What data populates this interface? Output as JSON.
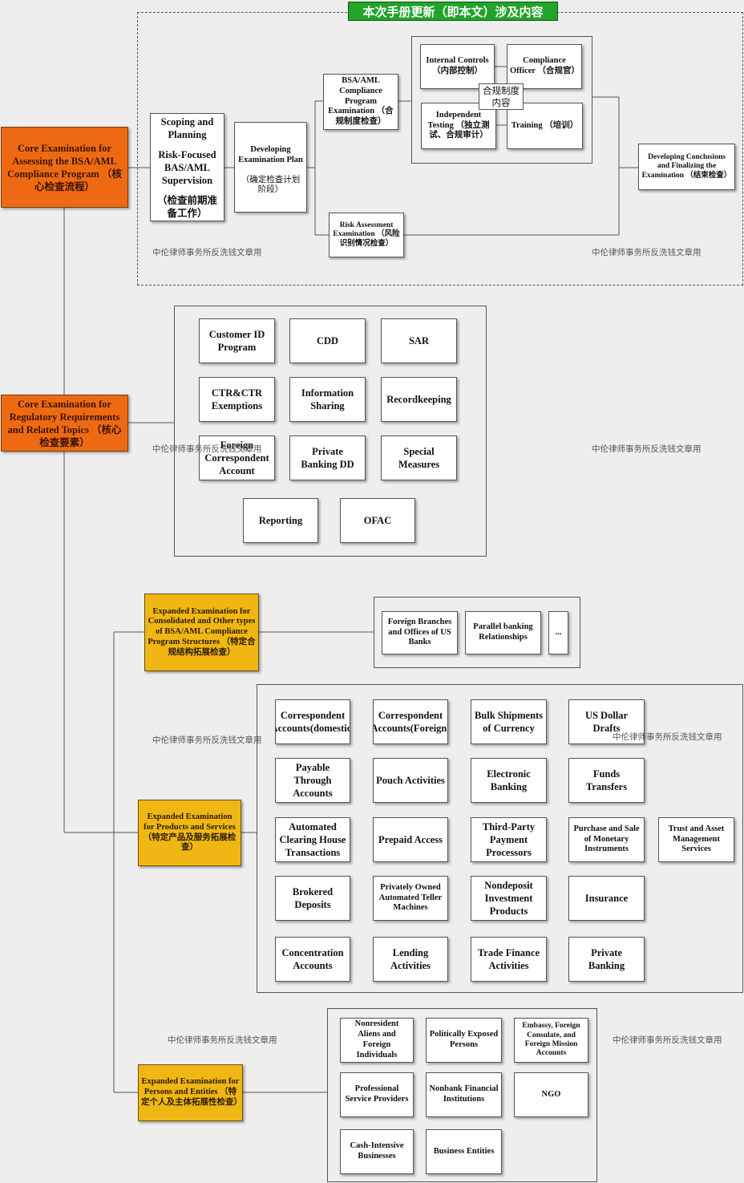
{
  "banner": "本次手册更新（即本文）涉及内容",
  "watermark": "中伦律师事务所反洗钱文章用",
  "core_process": {
    "root": "Core Examination for Assessing the BSA/AML Compliance Program （核心检查流程）",
    "scoping": "Scoping and Planning",
    "risk_focused": "Risk-Focused BAS/AML Supervision",
    "scoping_cn": "（检查前期准备工作）",
    "plan": "Developing Examination Plan",
    "plan_cn": "（确定检查计划阶段）",
    "compliance_exam": "BSA/AML Compliance Program Examination （合规制度检查）",
    "internal_controls": "Internal Controls （内部控制）",
    "compliance_officer": "Compliance Officer （合规官）",
    "independent_testing": "Independent Testing （独立测试、合规审计）",
    "training": "Training （培训）",
    "program_content": "合规制度内容",
    "risk_assessment": "Risk Assessment Examination （风险识别情况检查）",
    "conclusions": "Developing Conclusions and Finalizing the Examination （结束检查）"
  },
  "core_requirements": {
    "root": "Core Examination for Regulatory Requirements and Related Topics （核心检查要素）",
    "items": [
      "Customer ID Program",
      "CDD",
      "SAR",
      "CTR&CTR Exemptions",
      "Information Sharing",
      "Recordkeeping",
      "Foreign Correspondent Account",
      "Private Banking DD",
      "Special Measures",
      "Reporting",
      "OFAC"
    ]
  },
  "expanded_structures": {
    "root": "Expanded Examination for Consolidated and Other types of BSA/AML Compliance Program Structures （特定合规结构拓展检查）",
    "items": [
      "Foreign Branches and Offices of US Banks",
      "Parallel banking Relationships",
      "..."
    ]
  },
  "expanded_products": {
    "root": "Expanded Examination for Products and Services （特定产品及服务拓展检查）",
    "items": [
      "Correspondent Accounts(domestic)",
      "Correspondent Accounts(Foreign)",
      "Bulk Shipments of Currency",
      "US Dollar Drafts",
      "Payable Through Accounts",
      "Pouch Activities",
      "Electronic Banking",
      "Funds Transfers",
      "Automated Clearing House Transactions",
      "Prepaid Access",
      "Third-Party Payment Processors",
      "Purchase and Sale of Monetary Instruments",
      "Trust and Asset Management Services",
      "Brokered Deposits",
      "Privately Owned Automated Teller Machines",
      "Nondeposit Investment Products",
      "Insurance",
      "Concentration Accounts",
      "Lending Activities",
      "Trade Finance Activities",
      "Private Banking"
    ]
  },
  "expanded_persons": {
    "root": "Expanded Examination for Persons and Entities （特定个人及主体拓展性检查）",
    "items": [
      "Nonresident Aliens and Foreign Individuals",
      "Politically Exposed Persons",
      "Embassy, Foreign Consulate, and Foreign Mission Accounts",
      "Professional Service Providers",
      "Nonbank Financial Institutions",
      "NGO",
      "Cash-Intensive Businesses",
      "Business Entities"
    ]
  },
  "colors": {
    "core": "#ee6a12",
    "expanded": "#f0b614",
    "banner": "#22a32a",
    "background": "#eeeeee"
  }
}
